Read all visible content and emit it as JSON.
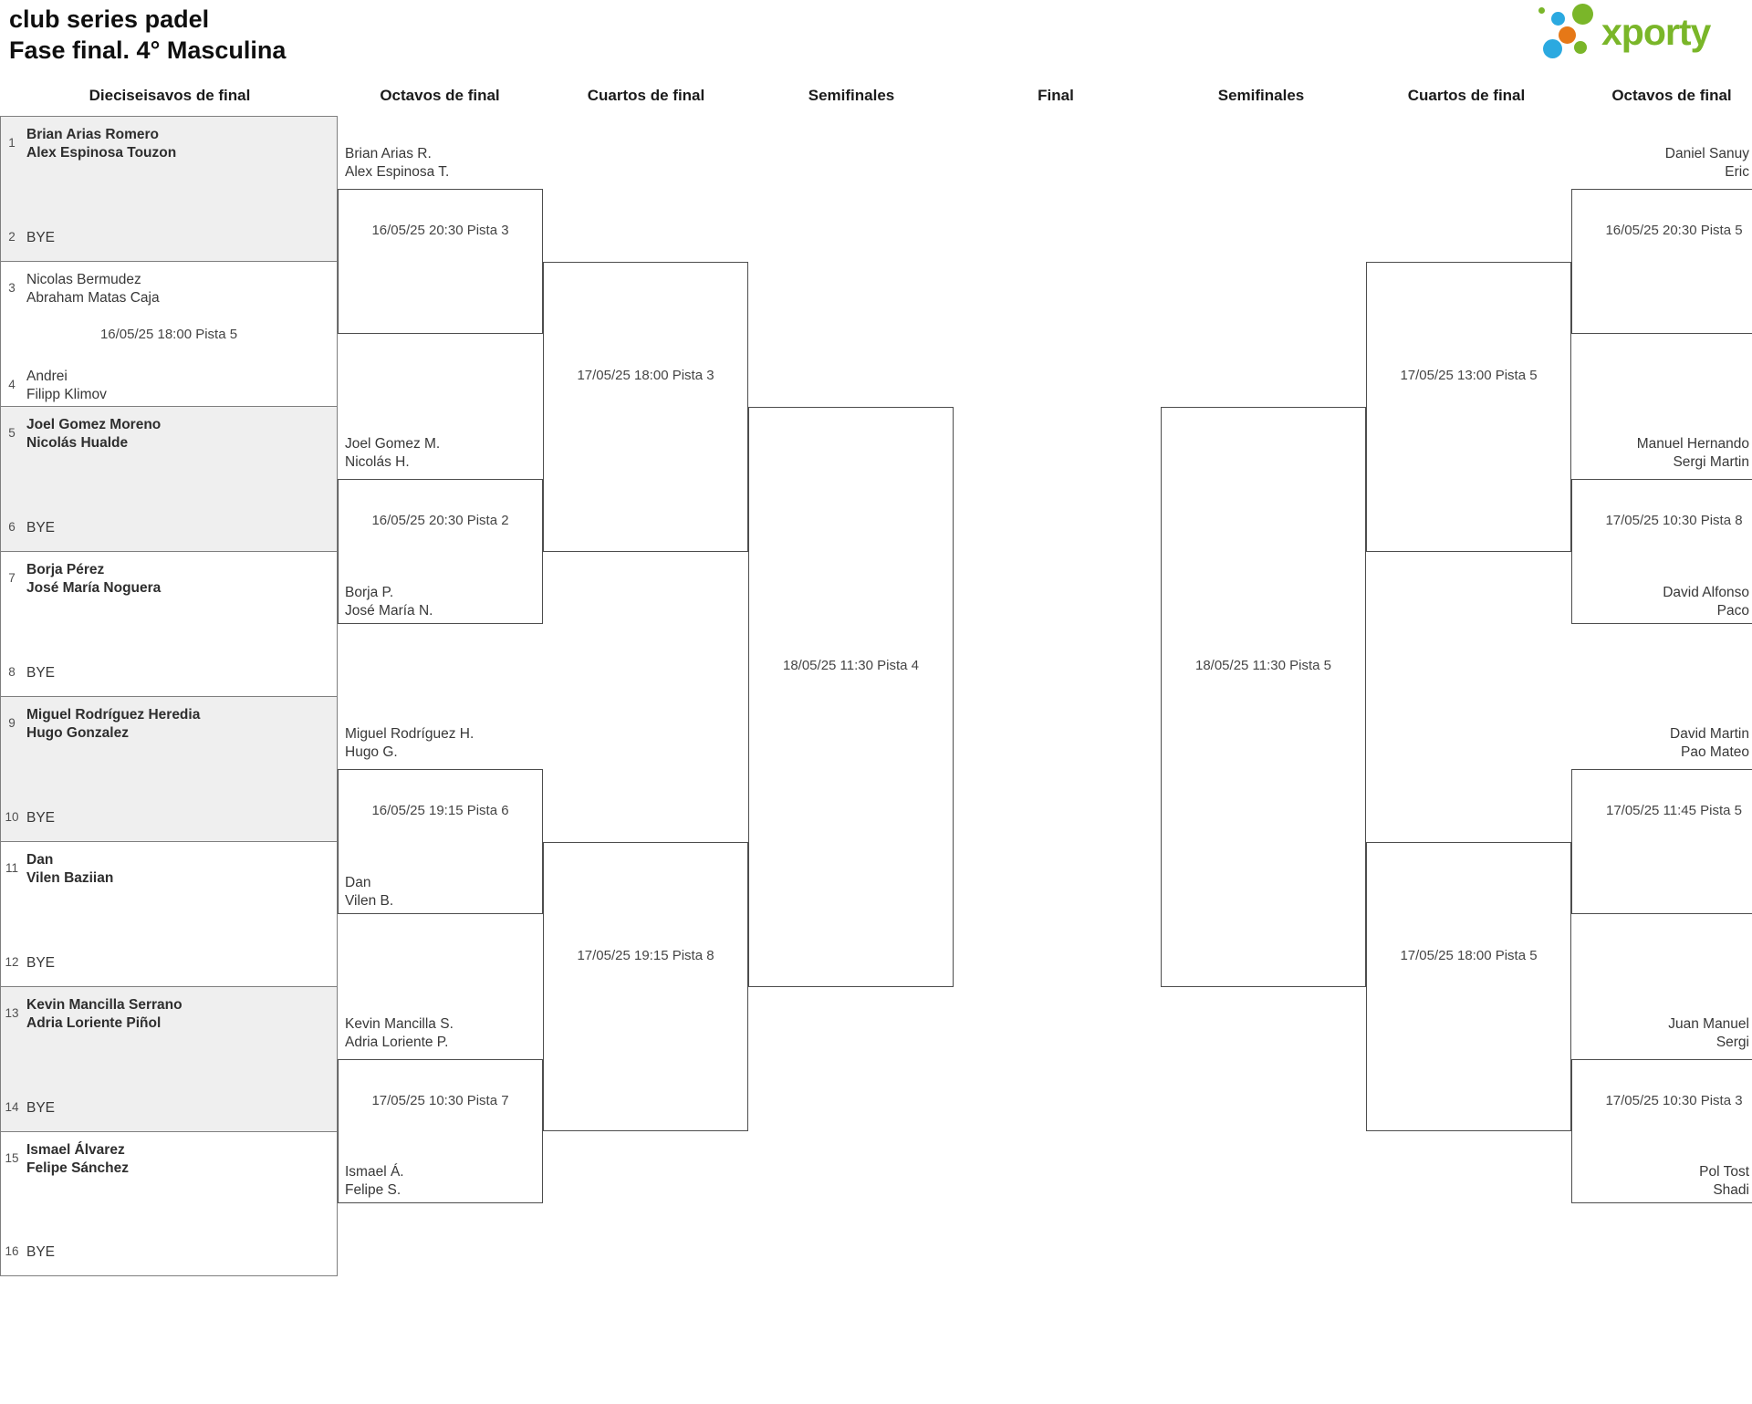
{
  "title": {
    "line1": "club series padel",
    "line2": "Fase final. 4° Masculina"
  },
  "logo": {
    "text": "xporty",
    "green": "#7ab629",
    "blue": "#2ba9e0",
    "orange": "#e67817"
  },
  "headers": [
    "Dieciseisavos de final",
    "Octavos de final",
    "Cuartos de final",
    "Semifinales",
    "Final",
    "Semifinales",
    "Cuartos de final",
    "Octavos de final"
  ],
  "round_of_32": [
    {
      "n1": "1",
      "t1a": "Brian Arias Romero",
      "t1b": "Alex Espinosa Touzon",
      "n2": "2",
      "bye": "BYE"
    },
    {
      "n1": "3",
      "t1a": "Nicolas Bermudez",
      "t1b": "Abraham Matas Caja",
      "date": "16/05/25 18:00 Pista 5",
      "n2": "4",
      "t2a": "Andrei",
      "t2b": "Filipp Klimov"
    },
    {
      "n1": "5",
      "t1a": "Joel Gomez Moreno",
      "t1b": "Nicolás Hualde",
      "n2": "6",
      "bye": "BYE"
    },
    {
      "n1": "7",
      "t1a": "Borja Pérez",
      "t1b": "José María Noguera",
      "n2": "8",
      "bye": "BYE"
    },
    {
      "n1": "9",
      "t1a": "Miguel Rodríguez Heredia",
      "t1b": "Hugo Gonzalez",
      "n2": "10",
      "bye": "BYE"
    },
    {
      "n1": "11",
      "t1a": "Dan",
      "t1b": "Vilen Baziian",
      "n2": "12",
      "bye": "BYE"
    },
    {
      "n1": "13",
      "t1a": "Kevin Mancilla Serrano",
      "t1b": "Adria Loriente Piñol",
      "n2": "14",
      "bye": "BYE"
    },
    {
      "n1": "15",
      "t1a": "Ismael Álvarez",
      "t1b": "Felipe Sánchez",
      "n2": "16",
      "bye": "BYE"
    }
  ],
  "octavos_left": [
    {
      "date": "16/05/25 20:30 Pista 3",
      "top1": "Brian Arias R.",
      "top2": "Alex Espinosa T."
    },
    {
      "date": "16/05/25 20:30 Pista 2",
      "top1": "Joel Gomez M.",
      "top2": "Nicolás H.",
      "bot1": "Borja P.",
      "bot2": "José María N."
    },
    {
      "date": "16/05/25 19:15 Pista 6",
      "top1": "Miguel Rodríguez H.",
      "top2": "Hugo G.",
      "bot1": "Dan",
      "bot2": "Vilen B."
    },
    {
      "date": "17/05/25 10:30 Pista 7",
      "top1": "Kevin Mancilla S.",
      "top2": "Adria Loriente P.",
      "bot1": "Ismael Á.",
      "bot2": "Felipe S."
    }
  ],
  "cuartos_left": [
    {
      "date": "17/05/25 18:00 Pista 3"
    },
    {
      "date": "17/05/25 19:15 Pista 8"
    }
  ],
  "semifinal_left": {
    "date": "18/05/25 11:30 Pista 4"
  },
  "semifinal_right": {
    "date": "18/05/25 11:30 Pista 5"
  },
  "cuartos_right": [
    {
      "date": "17/05/25 13:00 Pista 5"
    },
    {
      "date": "17/05/25 18:00 Pista 5"
    }
  ],
  "octavos_right": [
    {
      "date": "16/05/25 20:30 Pista 5",
      "top1": "Daniel Sanuy",
      "top2": "Eric"
    },
    {
      "date": "17/05/25 10:30 Pista 8",
      "top1": "Manuel Hernando",
      "top2": "Sergi Martin",
      "bot1": "David Alfonso",
      "bot2": "Paco"
    },
    {
      "date": "17/05/25 11:45 Pista 5",
      "top1": "David Martin",
      "top2": "Pao Mateo"
    },
    {
      "date": "17/05/25 10:30 Pista 3",
      "top1": "Juan Manuel",
      "top2": "Sergi",
      "bot1": "Pol Tost",
      "bot2": "Shadi"
    }
  ]
}
